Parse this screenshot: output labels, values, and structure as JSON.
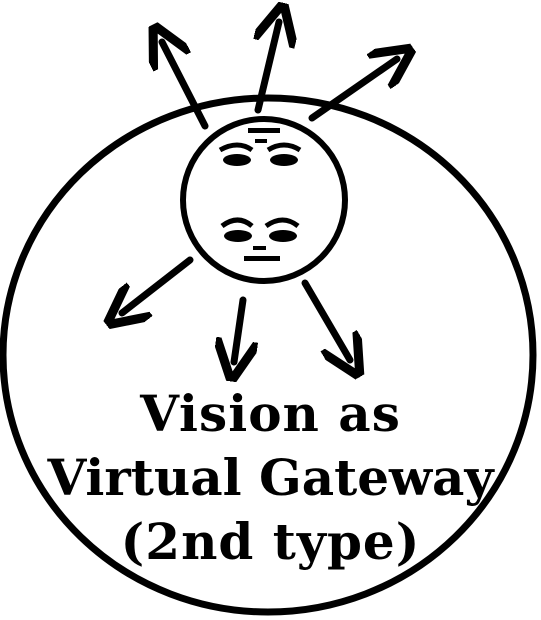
{
  "diagram": {
    "caption": {
      "line1": "Vision as",
      "line2": "Virtual Gateway",
      "line3": "(2nd type)"
    },
    "ink_color": "#000000",
    "background_color": "#ffffff",
    "icons": {
      "head": "face-head-icon",
      "outer": "outer-circle",
      "arrows": "radiating-arrow-icon"
    }
  }
}
